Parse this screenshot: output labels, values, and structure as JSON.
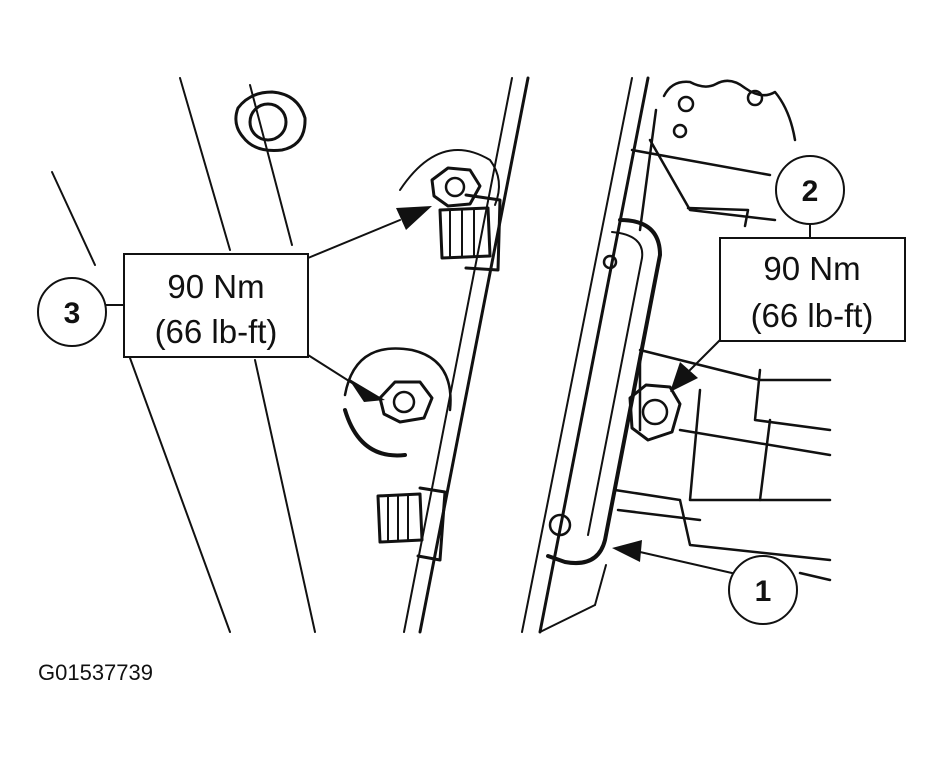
{
  "callouts": [
    {
      "number": "1"
    },
    {
      "number": "2",
      "torque_metric": "90 Nm",
      "torque_imperial": "(66 lb-ft)"
    },
    {
      "number": "3",
      "torque_metric": "90 Nm",
      "torque_imperial": "(66 lb-ft)"
    }
  ],
  "figure_id": "G01537739",
  "colors": {
    "ink": "#111111",
    "paper": "#ffffff"
  }
}
